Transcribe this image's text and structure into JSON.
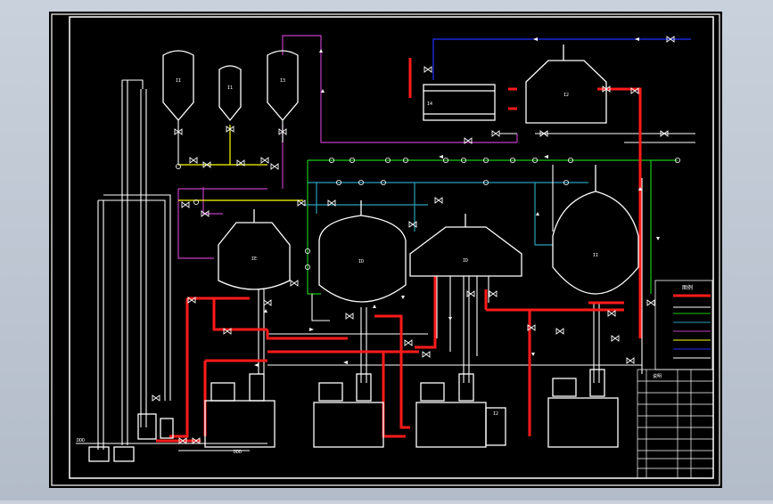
{
  "drawing": {
    "tanks": [
      {
        "id": "upper-tank-1",
        "label": "II"
      },
      {
        "id": "upper-tank-2",
        "label": "I1"
      },
      {
        "id": "upper-tank-3",
        "label": "I3"
      },
      {
        "id": "cone-vessel-upper-right",
        "label": "I2"
      },
      {
        "id": "cone-vessel-a",
        "label": "IE"
      },
      {
        "id": "kettle-b",
        "label": "ID"
      },
      {
        "id": "lauter-tun-c",
        "label": "ID"
      },
      {
        "id": "whirlpool-d",
        "label": "II"
      },
      {
        "id": "heat-exchanger",
        "label": "I4"
      },
      {
        "id": "small-tank-bottom",
        "label": "I2"
      }
    ],
    "legend_title": "图例",
    "table_title": "说明",
    "bottom_labels": {
      "left": "DDD",
      "center": "DDD"
    },
    "colors": {
      "background": "#000000",
      "frame": "#ffffff",
      "steam_line": "#ff1a1a",
      "water_line": "#19c819",
      "process_line": "#c23cc2",
      "cip_line": "#2a9fb8",
      "utility_line": "#ffff00",
      "cold_line": "#2030ff"
    }
  }
}
